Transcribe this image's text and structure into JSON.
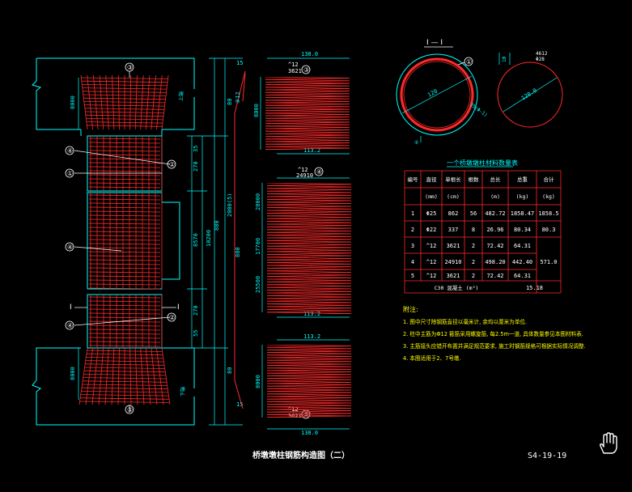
{
  "drawing": {
    "title": "桥墩墩柱钢筋构造图（二）",
    "number": "S4-19-19",
    "colors": {
      "background": "#000000",
      "outline": "#00ffff",
      "rebar": "#ff2a2a",
      "text": "#ffffff",
      "notes": "#ffff00"
    }
  },
  "elevation": {
    "callouts": [
      "③",
      "④",
      "①",
      "②",
      "④",
      "④",
      "②",
      "⑤"
    ],
    "section_mark": "I",
    "dims_right": [
      "35",
      "270",
      "10200",
      "8570",
      "270",
      "55"
    ],
    "dims_right_outer": [
      "15",
      "80",
      "80",
      "15"
    ],
    "dims_left": [
      "8000",
      "8000"
    ],
    "label_a": "上端",
    "label_b": "下端",
    "vertical_labels": [
      "②12",
      "880",
      "2080(5)",
      "880"
    ]
  },
  "rebar_details": {
    "top_width": "138.0",
    "top_label": "3621",
    "top_callout": "③",
    "top_callout_dim": "^12",
    "inner_width_1": "113.2",
    "mid_callout": "④",
    "mid_label": "^12",
    "mid_label2": "24910",
    "inner_width_2": "113.2",
    "inner_width_3": "113.2",
    "bottom_label": "^12",
    "bottom_label2": "3621",
    "bottom_callout": "⑤",
    "bottom_width": "138.0",
    "side_dims": [
      "8000",
      "28000",
      "17700",
      "25500",
      "8000"
    ]
  },
  "section": {
    "title": "I — I",
    "callout_1": "①",
    "callout_2": "②",
    "dim_1": "120",
    "dim_2": "35(Φ-1)",
    "side_dim": "10",
    "right_label": "4612",
    "right_label2": "Φ28",
    "right_dim": "120.0"
  },
  "table": {
    "title": "一个桥墩墩柱材料数量表",
    "headers": [
      "编号",
      "直径\n(mm)",
      "单根长\n(cm)",
      "根数",
      "总长\n(m)",
      "总重\n(kg)",
      "合计\n(kg)"
    ],
    "rows": [
      [
        "1",
        "Φ25",
        "862",
        "56",
        "482.72",
        "1858.47",
        "1858.5"
      ],
      [
        "2",
        "Φ22",
        "337",
        "8",
        "26.96",
        "80.34",
        "80.3"
      ],
      [
        "3",
        "^12",
        "3621",
        "2",
        "72.42",
        "64.31",
        ""
      ],
      [
        "4",
        "^12",
        "24910",
        "2",
        "498.20",
        "442.40",
        "571.0"
      ],
      [
        "5",
        "^12",
        "3621",
        "2",
        "72.42",
        "64.31",
        ""
      ]
    ],
    "footer_label": "C30 混凝土 (m³)",
    "footer_value": "15.18"
  },
  "notes": {
    "heading": "附注:",
    "items": [
      "1. 图中尺寸除钢筋直径以毫米计, 余均以厘米为单位.",
      "2. 柱中主筋为Φ12 箍筋采用螺旋筋, 每2.5m一道, 具体数量参见本图材料表.",
      "3. 主筋接头应错开布置并满足规范要求, 施工时钢筋规格可根据实际情况调整.",
      "4. 本图适用于2、7号墩."
    ]
  },
  "cursor": {
    "icon": "hand-cursor-icon"
  }
}
